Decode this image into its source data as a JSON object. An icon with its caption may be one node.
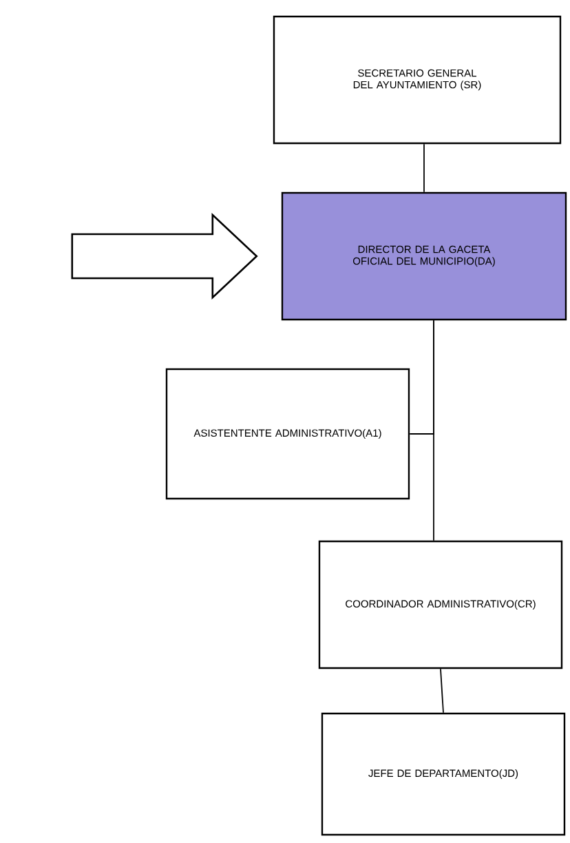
{
  "diagram": {
    "nodes": [
      {
        "text": [
          "SECRETARIO GENERAL DEL AYUNTAMIENTO (SR)"
        ]
      },
      {
        "text": [
          "DIRECTOR DE LA GACETA OFICIAL DEL MUNICIPIO(DA)"
        ]
      },
      {
        "text": [
          "ASISTENTENTE ADMINISTRATIVO(A1)"
        ]
      },
      {
        "text": [
          "COORDINADOR ADMINISTRATIVO(CR)"
        ]
      },
      {
        "text": [
          "JEFE DE DEPARTAMENTO(JD)"
        ]
      }
    ],
    "edges": [
      {
        "from": 0,
        "to": 1,
        "arrow": "none"
      },
      {
        "from": 1,
        "to": 3,
        "arrow": "none"
      },
      {
        "from": 1,
        "to": 2,
        "arrow": "none"
      },
      {
        "from": 3,
        "to": 4,
        "arrow": "none"
      },
      {
        "from": null,
        "to": 1,
        "arrow": "to",
        "style": "thick"
      }
    ]
  }
}
